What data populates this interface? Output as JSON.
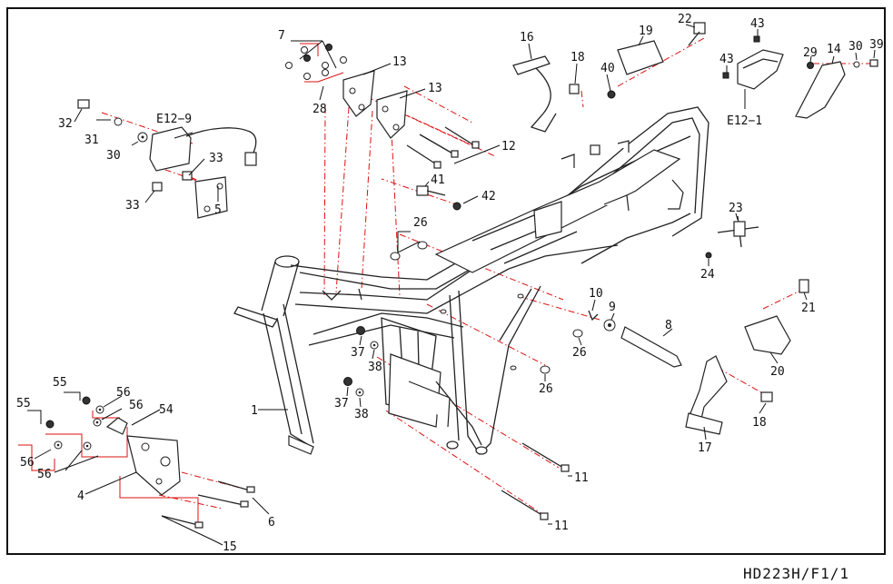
{
  "diagram": {
    "drawing_code": "HD223H/F1/1",
    "part_labels": {
      "p1": "1",
      "p4": "4",
      "p5": "5",
      "p6": "6",
      "p7": "7",
      "p8": "8",
      "p9": "9",
      "p10": "10",
      "p11a": "11",
      "p11b": "11",
      "p12": "12",
      "p13a": "13",
      "p13b": "13",
      "p14": "14",
      "p15": "15",
      "p16": "16",
      "p17": "17",
      "p18a": "18",
      "p18b": "18",
      "p19": "19",
      "p20": "20",
      "p21": "21",
      "p22": "22",
      "p23": "23",
      "p24": "24",
      "p26a": "26",
      "p26b": "26",
      "p26c": "26",
      "p28": "28",
      "p29": "29",
      "p30a": "30",
      "p30b": "30",
      "p31": "31",
      "p32": "32",
      "p33a": "33",
      "p33b": "33",
      "p37a": "37",
      "p37b": "37",
      "p38a": "38",
      "p38b": "38",
      "p39": "39",
      "p40": "40",
      "p41": "41",
      "p42": "42",
      "p43a": "43",
      "p43b": "43",
      "p54": "54",
      "p55a": "55",
      "p55b": "55",
      "p56a": "56",
      "p56b": "56",
      "p56c": "56",
      "p56d": "56",
      "pE121": "E12−1",
      "pE129": "E12−9"
    }
  }
}
